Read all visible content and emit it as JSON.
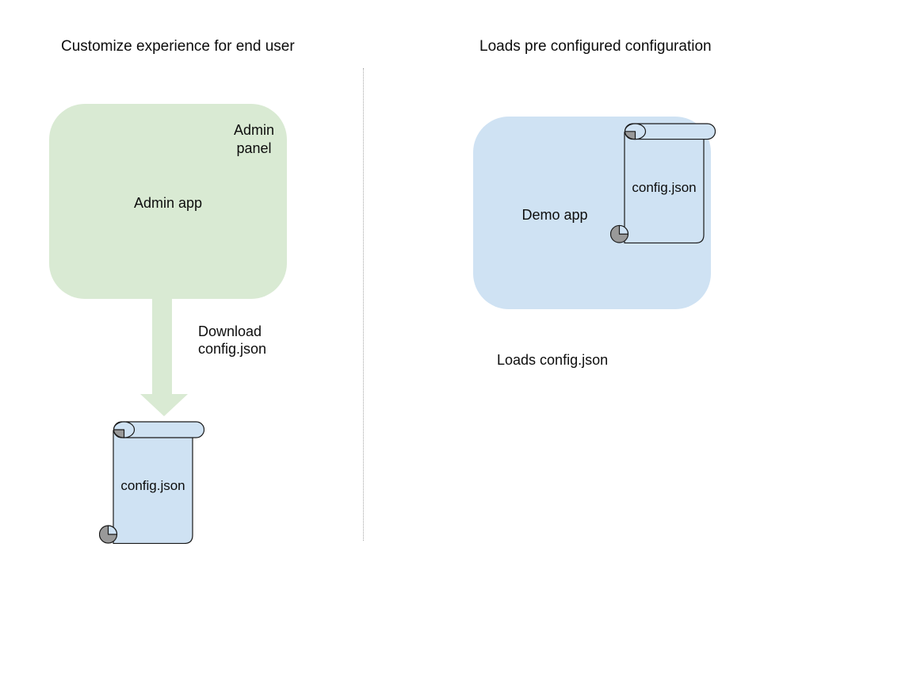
{
  "colors": {
    "background": "#ffffff",
    "app_green": "#d9ead3",
    "panel_green": "#6aa84f",
    "app_blue": "#cfe2f3",
    "file_blue": "#cfe2f3",
    "curl_gray": "#999999",
    "arrow_green": "#d9ead3",
    "divider_gray": "#a6a6a6",
    "text": "#0d0d0d"
  },
  "left": {
    "title": "Customize experience for end user",
    "admin_app_label": "Admin app",
    "admin_panel_label": "Admin panel",
    "arrow_label": "Download config.json",
    "config_file_label": "config.json"
  },
  "right": {
    "title": "Loads pre configured configuration",
    "demo_app_label": "Demo app",
    "config_file_label": "config.json",
    "caption": "Loads config.json"
  }
}
